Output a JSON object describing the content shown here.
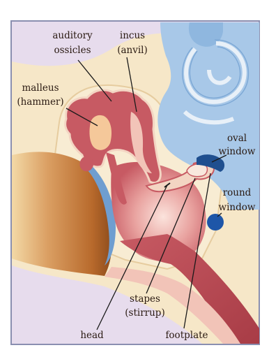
{
  "labels": {
    "auditory_ossicles": [
      "auditory",
      "ossicles"
    ],
    "incus": [
      "incus",
      "(anvil)"
    ],
    "malleus": [
      "malleus",
      "(hammer)"
    ],
    "oval_window": [
      "oval",
      "window"
    ],
    "round_window": [
      "round",
      "window"
    ],
    "stapes": [
      "stapes",
      "(stirrup)"
    ],
    "head": "head",
    "footplate": "footplate"
  },
  "colors": {
    "background": "#f6e7c8",
    "border": "#8a8fb0",
    "inner_ear": "#a8c8e8",
    "ossicle_red": "#c75a63",
    "ossicle_pink": "#f2c4b8",
    "malleus_head": "#f5c89a",
    "round_window": "#1e56a8",
    "oval_window": "#1f4f8f",
    "canal_tan": "#d79a5a",
    "ear_drum": "#6f9ed0",
    "line": "#1a1a1a"
  }
}
